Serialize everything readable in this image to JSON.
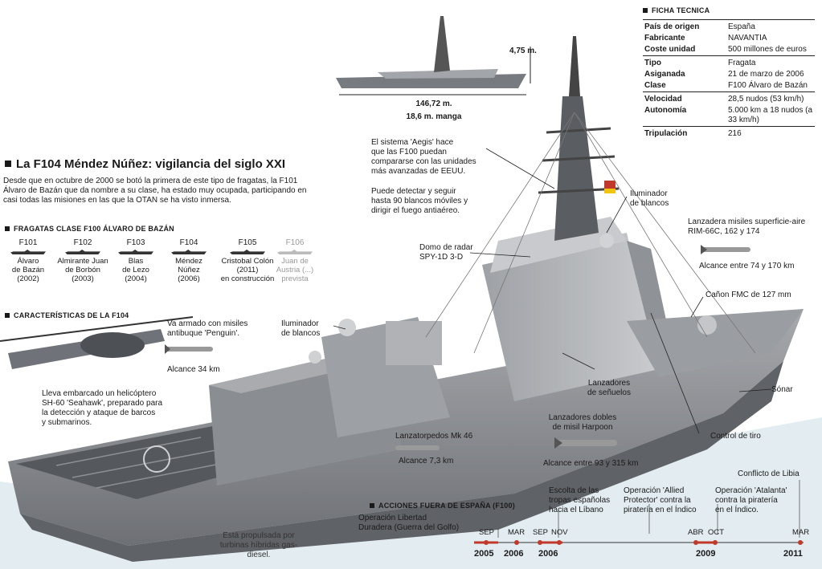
{
  "title": "La F104 Méndez Núñez: vigilancia del siglo XXI",
  "intro": [
    "Desde que en octubre de 2000 se botó la primera de este tipo de fragatas, la F101",
    "Álvaro de Bazán que da nombre a su clase, ha estado muy ocupada, participando en",
    "casi todas las misiones en las que la OTAN se ha visto inmersa."
  ],
  "dimensions": {
    "height": "4,75 m.",
    "length": "146,72 m.",
    "beam": "18,6 m. manga"
  },
  "ficha": {
    "heading": "FICHA TECNICA",
    "rows": [
      {
        "k": "País de origen",
        "v": "España"
      },
      {
        "k": "Fabricante",
        "v": "NAVANTIA"
      },
      {
        "k": "Coste unidad",
        "v": "500 millones de euros"
      },
      {
        "k": "Tipo",
        "v": "Fragata"
      },
      {
        "k": "Asiganada",
        "v": "21 de marzo de 2006"
      },
      {
        "k": "Clase",
        "v": "F100 Álvaro de Bazán"
      },
      {
        "k": "Velocidad",
        "v": "28,5 nudos (53 km/h)"
      },
      {
        "k": "Autonomía",
        "v": "5.000 km a 18 nudos (a 33 km/h)"
      },
      {
        "k": "Tripulación",
        "v": "216"
      }
    ]
  },
  "frigates": {
    "heading": "FRAGATAS CLASE F100 ÁLVARO DE BAZÁN",
    "items": [
      {
        "code": "F101",
        "l1": "Álvaro",
        "l2": "de Bazán",
        "l3": "(2002)"
      },
      {
        "code": "F102",
        "l1": "Almirante Juan",
        "l2": "de Borbón",
        "l3": "(2003)"
      },
      {
        "code": "F103",
        "l1": "Blas",
        "l2": "de Lezo",
        "l3": "(2004)"
      },
      {
        "code": "F104",
        "l1": "Méndez",
        "l2": "Núñez",
        "l3": "(2006)"
      },
      {
        "code": "F105",
        "l1": "Cristobal Colón",
        "l2": "(2011)",
        "l3": "en construcción"
      },
      {
        "code": "F106",
        "l1": "Juan de",
        "l2": "Austria (...)",
        "l3": "prevista"
      }
    ]
  },
  "caracteristicas": "CARACTERÍSTICAS DE LA F104",
  "labels": {
    "penguin1": "Va armado con misiles",
    "penguin2": "antibuque 'Penguin'.",
    "alcance34": "Alcance 34 km",
    "heli1": "Lleva embarcado un helicóptero",
    "heli2": "SH-60 'Seahawk', preparado para",
    "heli3": "la detección y ataque de barcos",
    "heli4": "y submarinos.",
    "aegis1": "El sistema 'Aegis' hace",
    "aegis2": "que las F100 puedan",
    "aegis3": "compararse con las unidades",
    "aegis4": "más avanzadas de EEUU.",
    "detect1": "Puede detectar y seguir",
    "detect2": "hasta 90 blancos móviles y",
    "detect3": "dirigir el fuego antiaéreo.",
    "ilum_r1": "Iluminador",
    "ilum_r2": "de blancos",
    "ilum_l1": "Iluminador",
    "ilum_l2": "de blancos",
    "domo1": "Domo de radar",
    "domo2": "SPY-1D 3-D",
    "rim1": "Lanzadera misiles superficie-aire",
    "rim2": "RIM-66C, 162 y 174",
    "alc74": "Alcance entre 74 y 170 km",
    "canon": "Cañon FMC de 127 mm",
    "senuelos1": "Lanzadores",
    "senuelos2": "de señuelos",
    "sonar": "Sónar",
    "harpoon1": "Lanzadores dobles",
    "harpoon2": "de misil Harpoon",
    "alc93": "Alcance entre 93 y 315 km",
    "torp": "Lanzatorpedos Mk 46",
    "alc73": "Alcance 7,3 km",
    "tiro": "Control de tiro",
    "prop1": "Está propulsada por",
    "prop2": "turbinas híbridas gas-diesel."
  },
  "timeline": {
    "heading": "ACCIONES FUERA DE ESPAÑA (F100)",
    "ev_libertad1": "Operación Libertad",
    "ev_libertad2": "Duradera (Guerra del Golfo)",
    "ev_libano1": "Escolta de las",
    "ev_libano2": "tropas españolas",
    "ev_libano3": "hacia el Líbano",
    "ev_allied1": "Operación 'Allied",
    "ev_allied2": "Protector' contra la",
    "ev_allied3": "piratería en el Índico",
    "ev_atalanta1": "Operación 'Atalanta'",
    "ev_atalanta2": "contra la piratería",
    "ev_atalanta3": "en el Índico.",
    "ev_libia": "Conflicto de Libia",
    "m_sep05": "SEP",
    "m_mar06": "MAR",
    "m_sep06": "SEP",
    "m_nov06": "NOV",
    "m_abr09": "ABR",
    "m_oct09": "OCT",
    "m_mar11": "MAR",
    "y2005": "2005",
    "y2006a": "2006",
    "y2006b": "2006",
    "y2009": "2009",
    "y2011": "2011"
  },
  "colors": {
    "hull": "#8e9196",
    "deck": "#5e6166",
    "superstructure": "#b7b9bc",
    "sea": "#dfe9ee",
    "timeline": "#c0392b"
  }
}
